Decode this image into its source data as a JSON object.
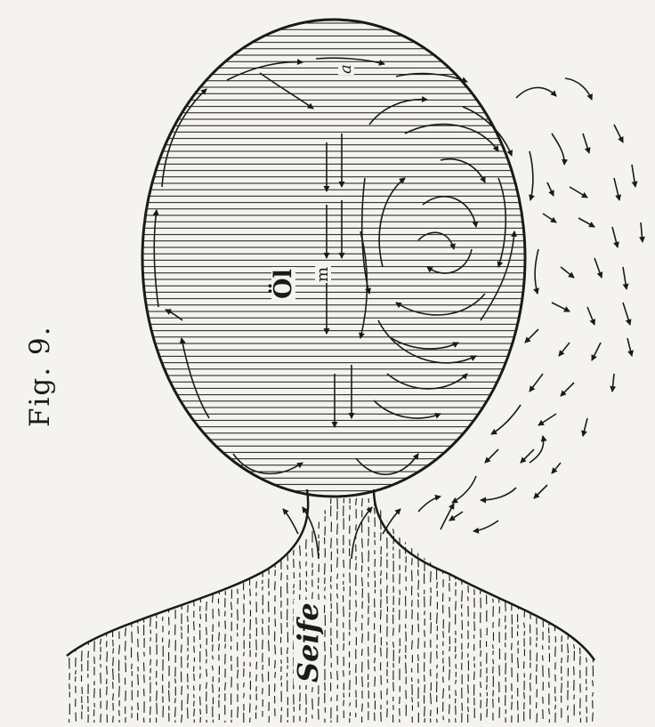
{
  "figure": {
    "caption": "Fig. 9.",
    "labels": {
      "oil": "Öl",
      "m": "m",
      "a": "a",
      "soap": "Seife"
    }
  },
  "colors": {
    "paper": "#f4f3ef",
    "ink": "#1a1a1a"
  }
}
